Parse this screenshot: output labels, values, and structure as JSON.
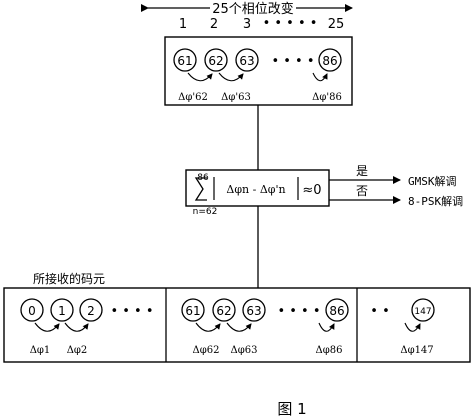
{
  "header": {
    "title": "25个相位改变",
    "nums": [
      "1",
      "2",
      "3",
      "25"
    ],
    "dots": "• • • • •"
  },
  "top_box": {
    "circles": [
      "61",
      "62",
      "63",
      "86"
    ],
    "dots": "• • • •",
    "labels": [
      "Δφ'62",
      "Δφ'63",
      "Δφ'86"
    ]
  },
  "formula": {
    "upper": "86",
    "lower": "n=62",
    "body": "Δφn - Δφ'n",
    "rel": "≈0"
  },
  "outputs": {
    "yes": "是",
    "yes_target": "GMSK解调",
    "no": "否",
    "no_target": "8-PSK解调"
  },
  "received": {
    "label": "所接收的码元",
    "seg1": {
      "circles": [
        "0",
        "1",
        "2"
      ],
      "labels": [
        "Δφ1",
        "Δφ2"
      ],
      "dots": "• • • •"
    },
    "seg2": {
      "circles": [
        "61",
        "62",
        "63",
        "86"
      ],
      "labels": [
        "Δφ62",
        "Δφ63",
        "Δφ86"
      ],
      "dots": "• • • •"
    },
    "seg3": {
      "circles": [
        "147"
      ],
      "labels": [
        "Δφ147"
      ],
      "dots": "• •"
    }
  },
  "caption": "图 1"
}
